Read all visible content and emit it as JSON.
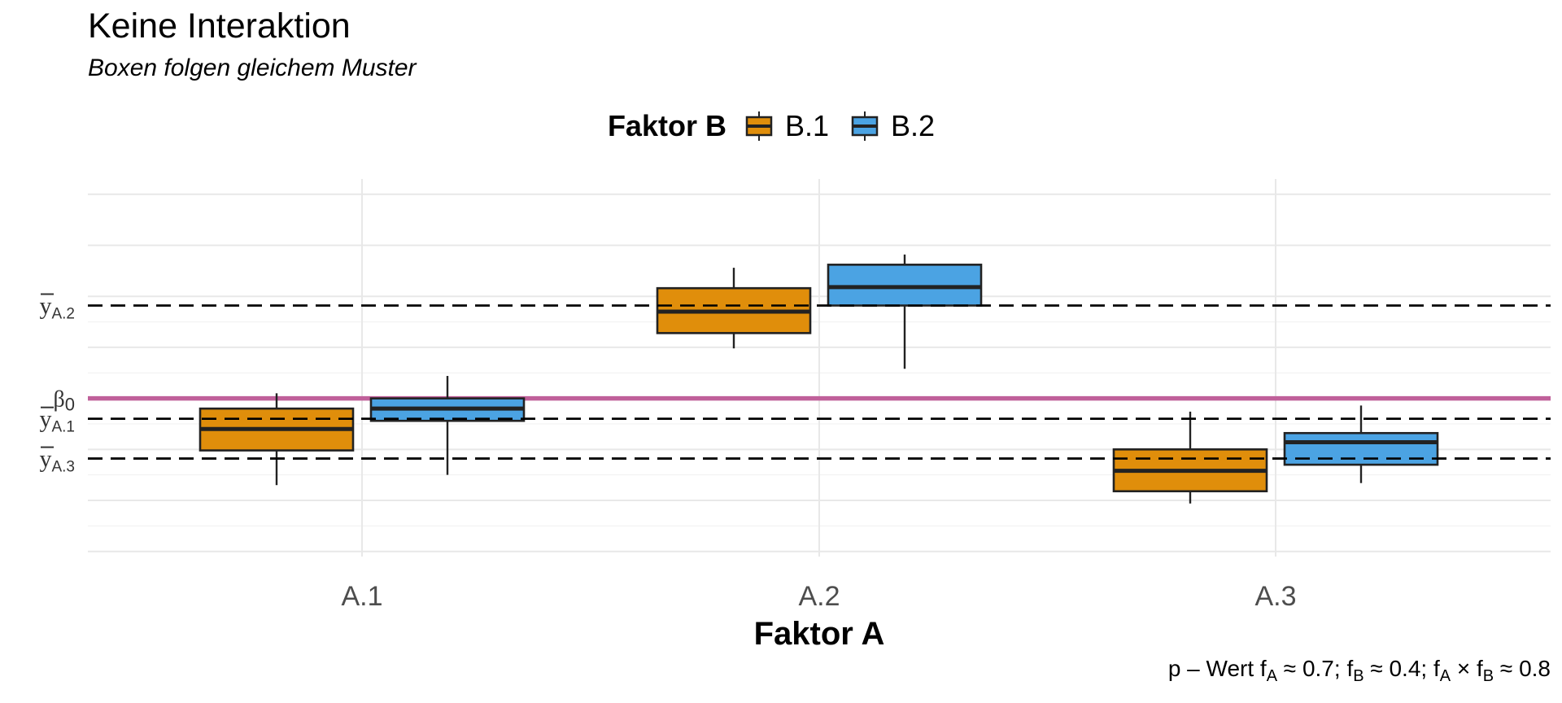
{
  "chart_data": {
    "type": "box",
    "title": "Keine Interaktion",
    "subtitle": "Boxen folgen gleichem Muster",
    "xlabel": "Faktor A",
    "ylabel": "",
    "categories": [
      "A.1",
      "A.2",
      "A.3"
    ],
    "legend": {
      "title": "Faktor B",
      "position": "top",
      "entries": [
        "B.1",
        "B.2"
      ]
    },
    "ylim": [
      -1.55,
      2.15
    ],
    "grid": true,
    "series": [
      {
        "name": "B.1",
        "color": "#E08E0B",
        "boxes": [
          {
            "category": "A.1",
            "whisker_low": -0.85,
            "q1": -0.51,
            "median": -0.3,
            "q3": -0.1,
            "whisker_high": 0.05
          },
          {
            "category": "A.2",
            "whisker_low": 0.49,
            "q1": 0.64,
            "median": 0.85,
            "q3": 1.08,
            "whisker_high": 1.28
          },
          {
            "category": "A.3",
            "whisker_low": -1.03,
            "q1": -0.91,
            "median": -0.71,
            "q3": -0.5,
            "whisker_high": -0.13
          }
        ]
      },
      {
        "name": "B.2",
        "color": "#4BA3E3",
        "boxes": [
          {
            "category": "A.1",
            "whisker_low": -0.75,
            "q1": -0.22,
            "median": -0.1,
            "q3": 0.0,
            "whisker_high": 0.22
          },
          {
            "category": "A.2",
            "whisker_low": 0.29,
            "q1": 0.91,
            "median": 1.09,
            "q3": 1.31,
            "whisker_high": 1.41
          },
          {
            "category": "A.3",
            "whisker_low": -0.83,
            "q1": -0.65,
            "median": -0.43,
            "q3": -0.34,
            "whisker_high": -0.07
          }
        ]
      }
    ],
    "reference_lines": [
      {
        "label_base": "y",
        "label_sub": "A.2",
        "value": 0.91,
        "style": "dashed"
      },
      {
        "label_base": "β",
        "label_sub": "0",
        "value": 0.0,
        "style": "solid",
        "color": "#C0609A"
      },
      {
        "label_base": "y",
        "label_sub": "A.1",
        "value": -0.2,
        "style": "dashed"
      },
      {
        "label_base": "y",
        "label_sub": "A.3",
        "value": -0.59,
        "style": "dashed"
      }
    ],
    "caption": {
      "prefix": "p – Wert f",
      "sub1": "A",
      "part1": " ≈ 0.7; f",
      "sub2": "B",
      "part2": " ≈ 0.4; f",
      "sub3": "A",
      "part3": " × f",
      "sub4": "B",
      "part4": " ≈ 0.8"
    }
  }
}
